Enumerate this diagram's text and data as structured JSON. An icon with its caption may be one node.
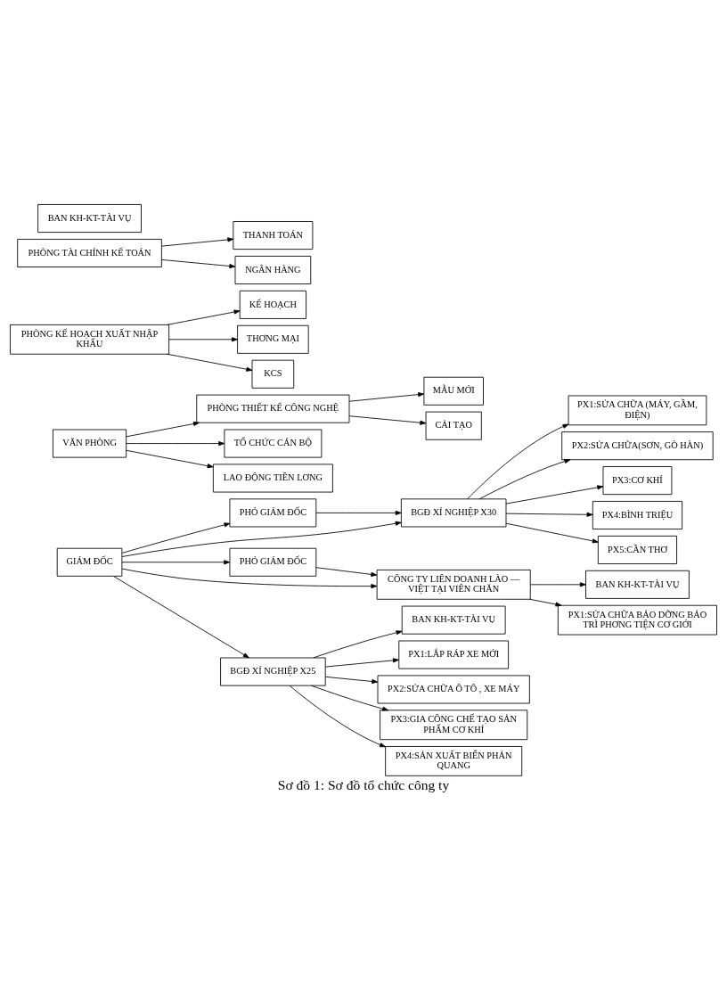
{
  "diagram": {
    "caption": "Sơ đồ 1: Sơ đồ tổ chức công ty",
    "nodes": [
      {
        "text": [
          "GIÁM ĐỐC"
        ]
      },
      {
        "text": [
          "PHÓ GIÁM ĐỐC"
        ]
      },
      {
        "text": [
          "PHÓ GIÁM ĐỐC"
        ]
      },
      {
        "text": [
          "VĂN PHÒNG"
        ]
      },
      {
        "text": [
          "PHÒNG THIẾT KẾ CÔNG NGHỆ"
        ]
      },
      {
        "text": [
          "TỔ CHỨC CÁN BỘ"
        ]
      },
      {
        "text": [
          "LAO ĐỘNG TIỀN LƠNG"
        ]
      },
      {
        "text": [
          "MẪU MỚI"
        ]
      },
      {
        "text": [
          "CẢI TẠO"
        ]
      },
      {
        "text": [
          "PHÒNG KẾ HOẠCH XUẤT NHẬP KHẨU"
        ]
      },
      {
        "text": [
          "PHÒNG TÀI CHÍNH KẾ TOÁN"
        ]
      },
      {
        "text": [
          "KẾ HOẠCH"
        ]
      },
      {
        "text": [
          "THANH TOÁN"
        ]
      },
      {
        "text": [
          "THƠNG MẠI"
        ]
      },
      {
        "text": [
          "NGÂN HÀNG"
        ]
      },
      {
        "text": [
          "KCS"
        ]
      },
      {
        "text": [
          "BGĐ XÍ NGHIỆP X25"
        ]
      },
      {
        "text": [
          "BGĐ XÍ NGHIỆP X30"
        ]
      },
      {
        "text": [
          "CÔNG TY LIÊN DOANH LÀO — VIỆT TẠI VIÊN CHĂN"
        ]
      },
      {
        "text": [
          "BAN KH-KT-TÀI VỤ"
        ]
      },
      {
        "text": [
          "BAN KH-KT-TÀI VỤ"
        ]
      },
      {
        "text": [
          "BAN KH-KT-TÀI VỤ"
        ]
      },
      {
        "text": [
          "PX1:LẮP RÁP XE MỚI"
        ]
      },
      {
        "text": [
          "PX1:SỬA CHỮA (MÁY, GẦM, ĐIỆN)"
        ]
      },
      {
        "text": [
          "PX1:SỬA CHỮA BẢO DỠNG BẢO TRÌ PHƠNG TIỆN CƠ GIỚI"
        ]
      },
      {
        "text": [
          "PX2:SỬA CHỮA Ô TÔ , XE MÁY"
        ]
      },
      {
        "text": [
          "PX2:SỬA CHỮA(SƠN, GÒ HÀN)"
        ]
      },
      {
        "text": [
          "PX3:GIA CÔNG CHẾ TẠO SẢN PHẨM CƠ KHÍ"
        ]
      },
      {
        "text": [
          "PX3:CƠ KHÍ"
        ]
      },
      {
        "text": [
          "PX4:SẢN XUẤT BIỂN PHẢN QUANG"
        ]
      },
      {
        "text": [
          "PX4:BÌNH TRIỆU"
        ]
      },
      {
        "text": [
          "PX5:CẦN THƠ"
        ]
      }
    ],
    "edges": [
      {
        "from": 0,
        "to": 1,
        "arrow": "to"
      },
      {
        "from": 0,
        "to": 2,
        "arrow": "to"
      },
      {
        "from": 0,
        "to": 17,
        "arrow": "to"
      },
      {
        "from": 1,
        "to": 17,
        "arrow": "to"
      },
      {
        "from": 2,
        "to": 18,
        "arrow": "to"
      },
      {
        "from": 3,
        "to": 4,
        "arrow": "to"
      },
      {
        "from": 3,
        "to": 5,
        "arrow": "to"
      },
      {
        "from": 3,
        "to": 6,
        "arrow": "to"
      },
      {
        "from": 4,
        "to": 7,
        "arrow": "to"
      },
      {
        "from": 4,
        "to": 8,
        "arrow": "to"
      },
      {
        "from": 9,
        "to": 11,
        "arrow": "to"
      },
      {
        "from": 9,
        "to": 13,
        "arrow": "to"
      },
      {
        "from": 9,
        "to": 15,
        "arrow": "to"
      },
      {
        "from": 10,
        "to": 12,
        "arrow": "to"
      },
      {
        "from": 10,
        "to": 14,
        "arrow": "to"
      },
      {
        "from": 0,
        "to": 16,
        "arrow": "to"
      },
      {
        "from": 0,
        "to": 18,
        "arrow": "to"
      },
      {
        "from": 16,
        "to": 19,
        "arrow": "to"
      },
      {
        "from": 16,
        "to": 22,
        "arrow": "to"
      },
      {
        "from": 16,
        "to": 25,
        "arrow": "to"
      },
      {
        "from": 16,
        "to": 27,
        "arrow": "to"
      },
      {
        "from": 16,
        "to": 29,
        "arrow": "to"
      },
      {
        "from": 17,
        "to": 23,
        "arrow": "to"
      },
      {
        "from": 17,
        "to": 26,
        "arrow": "to"
      },
      {
        "from": 17,
        "to": 28,
        "arrow": "to"
      },
      {
        "from": 17,
        "to": 30,
        "arrow": "to"
      },
      {
        "from": 17,
        "to": 31,
        "arrow": "to"
      },
      {
        "from": 18,
        "to": 21,
        "arrow": "to"
      },
      {
        "from": 18,
        "to": 24,
        "arrow": "to"
      }
    ]
  }
}
